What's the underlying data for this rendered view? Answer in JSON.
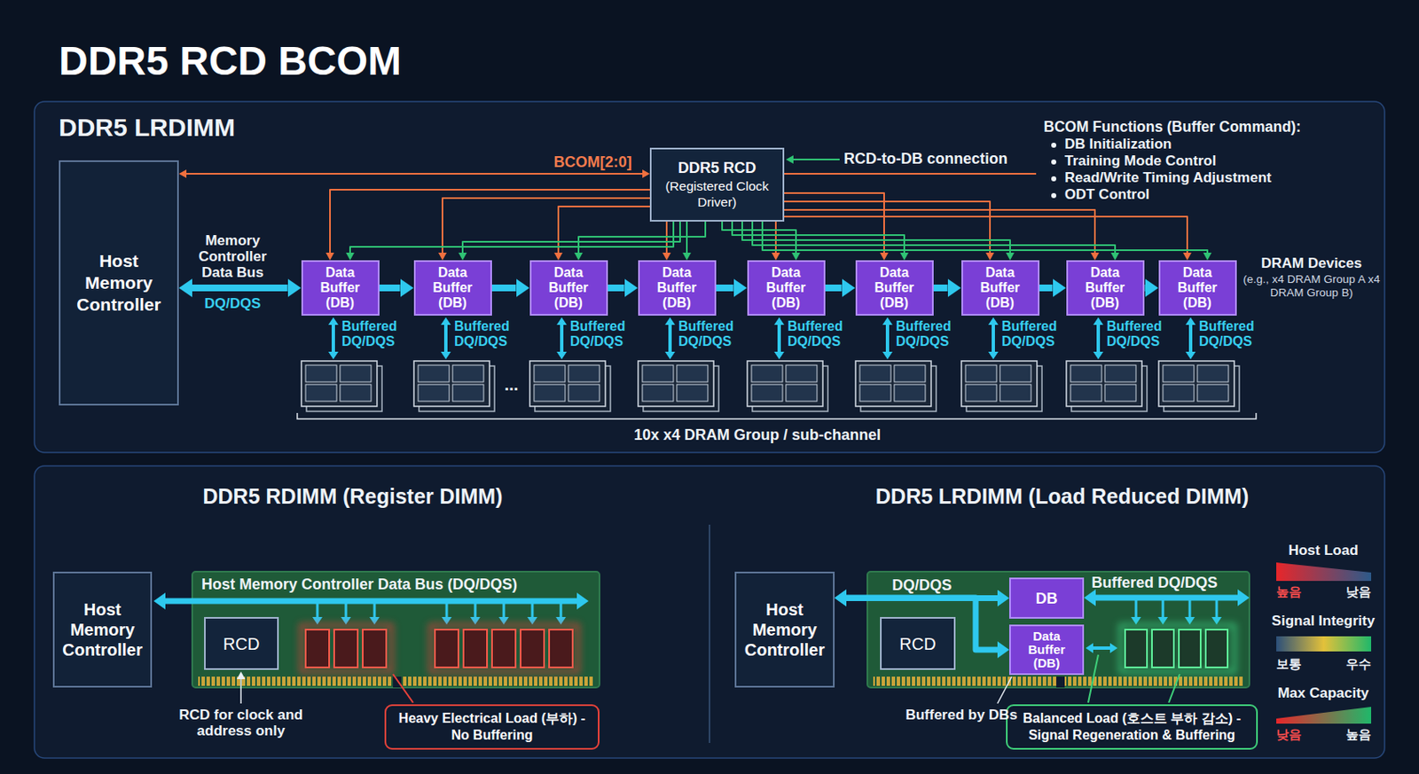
{
  "diagram": {
    "title": "DDR5 RCD BCOM",
    "nodes": [
      {
        "text": [
          "Host Memory Controller"
        ]
      },
      {
        "text": [
          "DDR5 RCD",
          "(Registered Clock Driver)"
        ]
      },
      {
        "text": [
          "Data Buffer (DB)"
        ]
      },
      {
        "text": [
          "Data Buffer (DB)"
        ]
      },
      {
        "text": [
          "Data Buffer (DB)"
        ]
      },
      {
        "text": [
          "Data Buffer (DB)"
        ]
      },
      {
        "text": [
          "Data Buffer (DB)"
        ]
      },
      {
        "text": [
          "Data Buffer (DB)"
        ]
      },
      {
        "text": [
          "Data Buffer (DB)"
        ]
      },
      {
        "text": [
          "Data Buffer (DB)"
        ]
      },
      {
        "text": [
          "Data Buffer (DB)"
        ]
      },
      {
        "text": [
          "Host Memory Controller"
        ]
      },
      {
        "text": [
          "RCD"
        ]
      },
      {
        "text": [
          "Heavy Electrical Load (부하) - No Buffering"
        ]
      },
      {
        "text": [
          "Host Memory Controller"
        ]
      },
      {
        "text": [
          "RCD"
        ]
      },
      {
        "text": [
          "DB"
        ]
      },
      {
        "text": [
          "Data Buffer (DB)"
        ]
      },
      {
        "text": [
          "Balanced Load (호스트 부하 감소) - Signal Regeneration & Buffering"
        ]
      }
    ],
    "edges": [
      {
        "from": 0,
        "to": 2,
        "arrow": "both",
        "label": "DQ/DQS"
      },
      {
        "from": 2,
        "to": 3,
        "arrow": "to"
      },
      {
        "from": 3,
        "to": 4,
        "arrow": "to"
      },
      {
        "from": 4,
        "to": 5,
        "arrow": "to"
      },
      {
        "from": 5,
        "to": 6,
        "arrow": "to"
      },
      {
        "from": 6,
        "to": 7,
        "arrow": "to"
      },
      {
        "from": 7,
        "to": 8,
        "arrow": "to"
      },
      {
        "from": 8,
        "to": 9,
        "arrow": "to"
      },
      {
        "from": 9,
        "to": 10,
        "arrow": "to"
      },
      {
        "from": 1,
        "to": 0,
        "arrow": "both",
        "label": "BCOM[2:0]"
      },
      {
        "from": 1,
        "to": 2,
        "arrow": "to"
      },
      {
        "from": 1,
        "to": 3,
        "arrow": "to"
      },
      {
        "from": 1,
        "to": 4,
        "arrow": "to"
      },
      {
        "from": 1,
        "to": 5,
        "arrow": "to"
      },
      {
        "from": 1,
        "to": 6,
        "arrow": "to"
      },
      {
        "from": 1,
        "to": 7,
        "arrow": "to"
      },
      {
        "from": 1,
        "to": 8,
        "arrow": "to"
      },
      {
        "from": 1,
        "to": 9,
        "arrow": "to"
      },
      {
        "from": 1,
        "to": 10,
        "arrow": "to"
      },
      {
        "from": 1,
        "to": 2,
        "arrow": "to"
      },
      {
        "from": 1,
        "to": 3,
        "arrow": "to"
      },
      {
        "from": 1,
        "to": 4,
        "arrow": "to"
      },
      {
        "from": 1,
        "to": 5,
        "arrow": "to"
      },
      {
        "from": 1,
        "to": 6,
        "arrow": "to"
      },
      {
        "from": 1,
        "to": 7,
        "arrow": "to"
      },
      {
        "from": 1,
        "to": 8,
        "arrow": "to"
      },
      {
        "from": 1,
        "to": 9,
        "arrow": "to"
      },
      {
        "from": 1,
        "to": 10,
        "arrow": "to"
      },
      {
        "from": 14,
        "to": 16,
        "arrow": "both",
        "label": "DQ/DQS"
      },
      {
        "from": 14,
        "to": 17,
        "arrow": "both"
      }
    ],
    "labels": [
      "DDR5 LRDIMM",
      "RCD-to-DB connection",
      "BCOM Functions (Buffer Command):",
      "DB Initialization",
      "Training Mode Control",
      "Read/Write Timing Adjustment",
      "ODT Control",
      "Memory Controller Data Bus",
      "DRAM Devices",
      "(e.g., x4 DRAM Group A x4 DRAM Group B)",
      "Buffered DQ/DQS",
      "Buffered DQ/DQS",
      "Buffered DQ/DQS",
      "Buffered DQ/DQS",
      "Buffered DQ/DQS",
      "Buffered DQ/DQS",
      "Buffered DQ/DQS",
      "Buffered DQ/DQS",
      "Buffered DQ/DQS",
      "...",
      "10x x4 DRAM Group / sub-channel",
      "DDR5 RDIMM (Register DIMM)",
      "DDR5 LRDIMM (Load Reduced DIMM)",
      "Host Memory Controller Data Bus (DQ/DQS)",
      "RCD for clock and address only",
      "Buffered DQ/DQS",
      "Buffered by DBs",
      "Host Load",
      "높음",
      "낮음",
      "Signal Integrity",
      "보통",
      "우수",
      "Max Capacity",
      "낮음",
      "높음"
    ]
  }
}
